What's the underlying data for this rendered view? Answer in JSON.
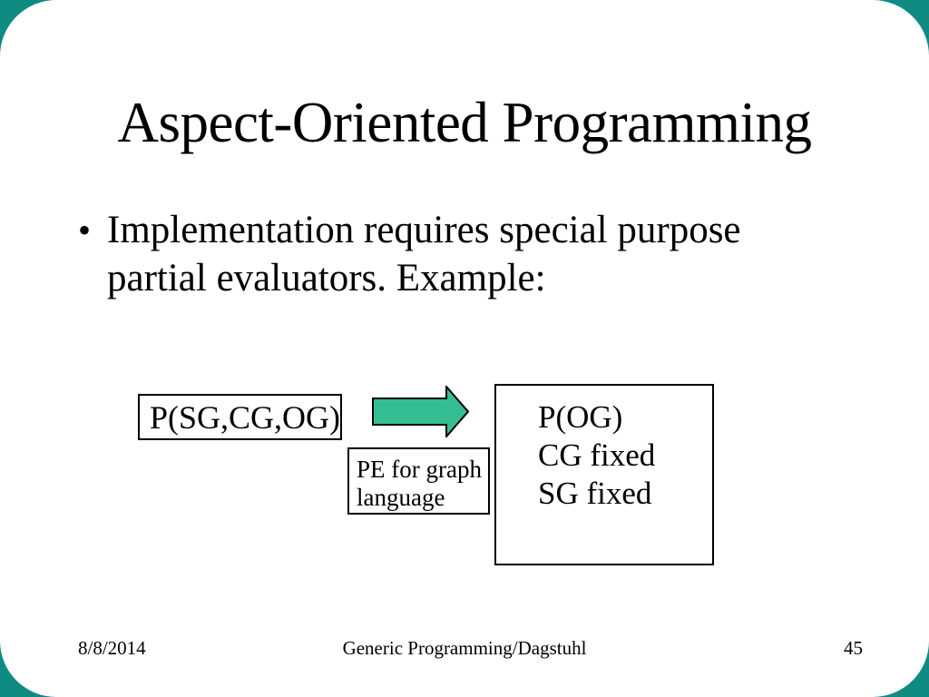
{
  "colors": {
    "frame_background": "#0f8b82",
    "slide_background": "#ffffff",
    "arrow_fill": "#35be93",
    "text": "#000000"
  },
  "slide": {
    "title": "Aspect-Oriented Programming",
    "bullet": {
      "marker": "•",
      "lines": [
        "Implementation requires special purpose",
        "partial evaluators. Example:"
      ]
    },
    "diagram": {
      "input_box": {
        "label": "P(SG,CG,OG)"
      },
      "arrow": {
        "name": "right-arrow",
        "fill": "#35be93"
      },
      "pe_box": {
        "lines": [
          "PE for graph",
          "language"
        ]
      },
      "output_box": {
        "lines": [
          "P(OG)",
          "CG fixed",
          "SG fixed"
        ]
      }
    },
    "footer": {
      "date": "8/8/2014",
      "center": "Generic Programming/Dagstuhl",
      "page_number": "45"
    }
  }
}
